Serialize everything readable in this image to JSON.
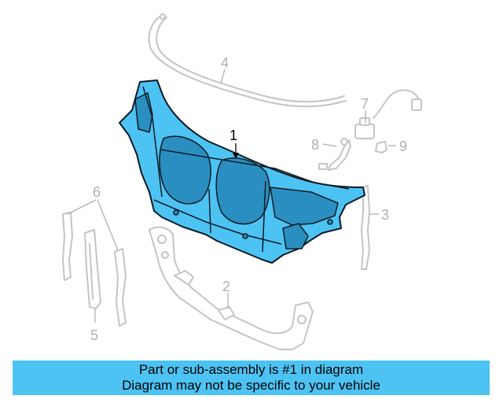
{
  "diagram": {
    "callouts": {
      "c1": "1",
      "c2": "2",
      "c3": "3",
      "c4": "4",
      "c5": "5",
      "c6": "6",
      "c7": "7",
      "c8": "8",
      "c9": "9"
    },
    "highlight_color": "#4dc3f3"
  },
  "caption": {
    "line1": "Part or sub-assembly is #1 in diagram",
    "line2": "Diagram may not be specific to your vehicle"
  }
}
